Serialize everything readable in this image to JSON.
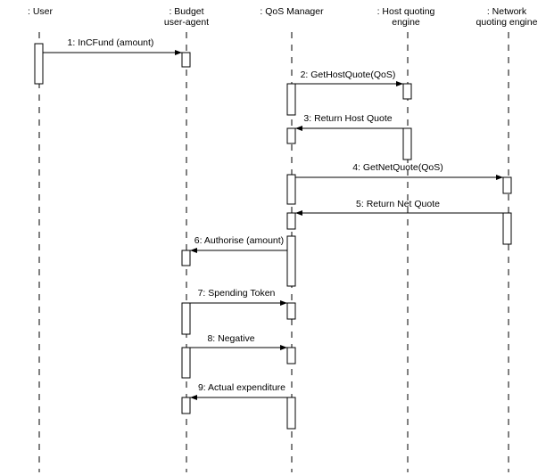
{
  "participants": {
    "user": {
      "lines": [
        ": User"
      ]
    },
    "budget": {
      "lines": [
        ": Budget",
        "user-agent"
      ]
    },
    "qos": {
      "lines": [
        ": QoS Manager"
      ]
    },
    "host": {
      "lines": [
        ": Host quoting",
        "engine"
      ]
    },
    "network": {
      "lines": [
        ": Network",
        "quoting engine"
      ]
    }
  },
  "messages": [
    {
      "label": "1: InCFund (amount)",
      "from": "user",
      "to": "budget"
    },
    {
      "label": "2: GetHostQuote(QoS)",
      "from": "qos",
      "to": "host"
    },
    {
      "label": "3: Return Host Quote",
      "from": "host",
      "to": "qos"
    },
    {
      "label": "4: GetNetQuote(QoS)",
      "from": "qos",
      "to": "network"
    },
    {
      "label": "5: Return Net Quote",
      "from": "network",
      "to": "qos"
    },
    {
      "label": "6: Authorise (amount)",
      "from": "qos",
      "to": "budget"
    },
    {
      "label": "7: Spending Token",
      "from": "budget",
      "to": "qos"
    },
    {
      "label": "8: Negative",
      "from": "budget",
      "to": "qos"
    },
    {
      "label": "9: Actual expenditure",
      "from": "qos",
      "to": "budget"
    }
  ]
}
